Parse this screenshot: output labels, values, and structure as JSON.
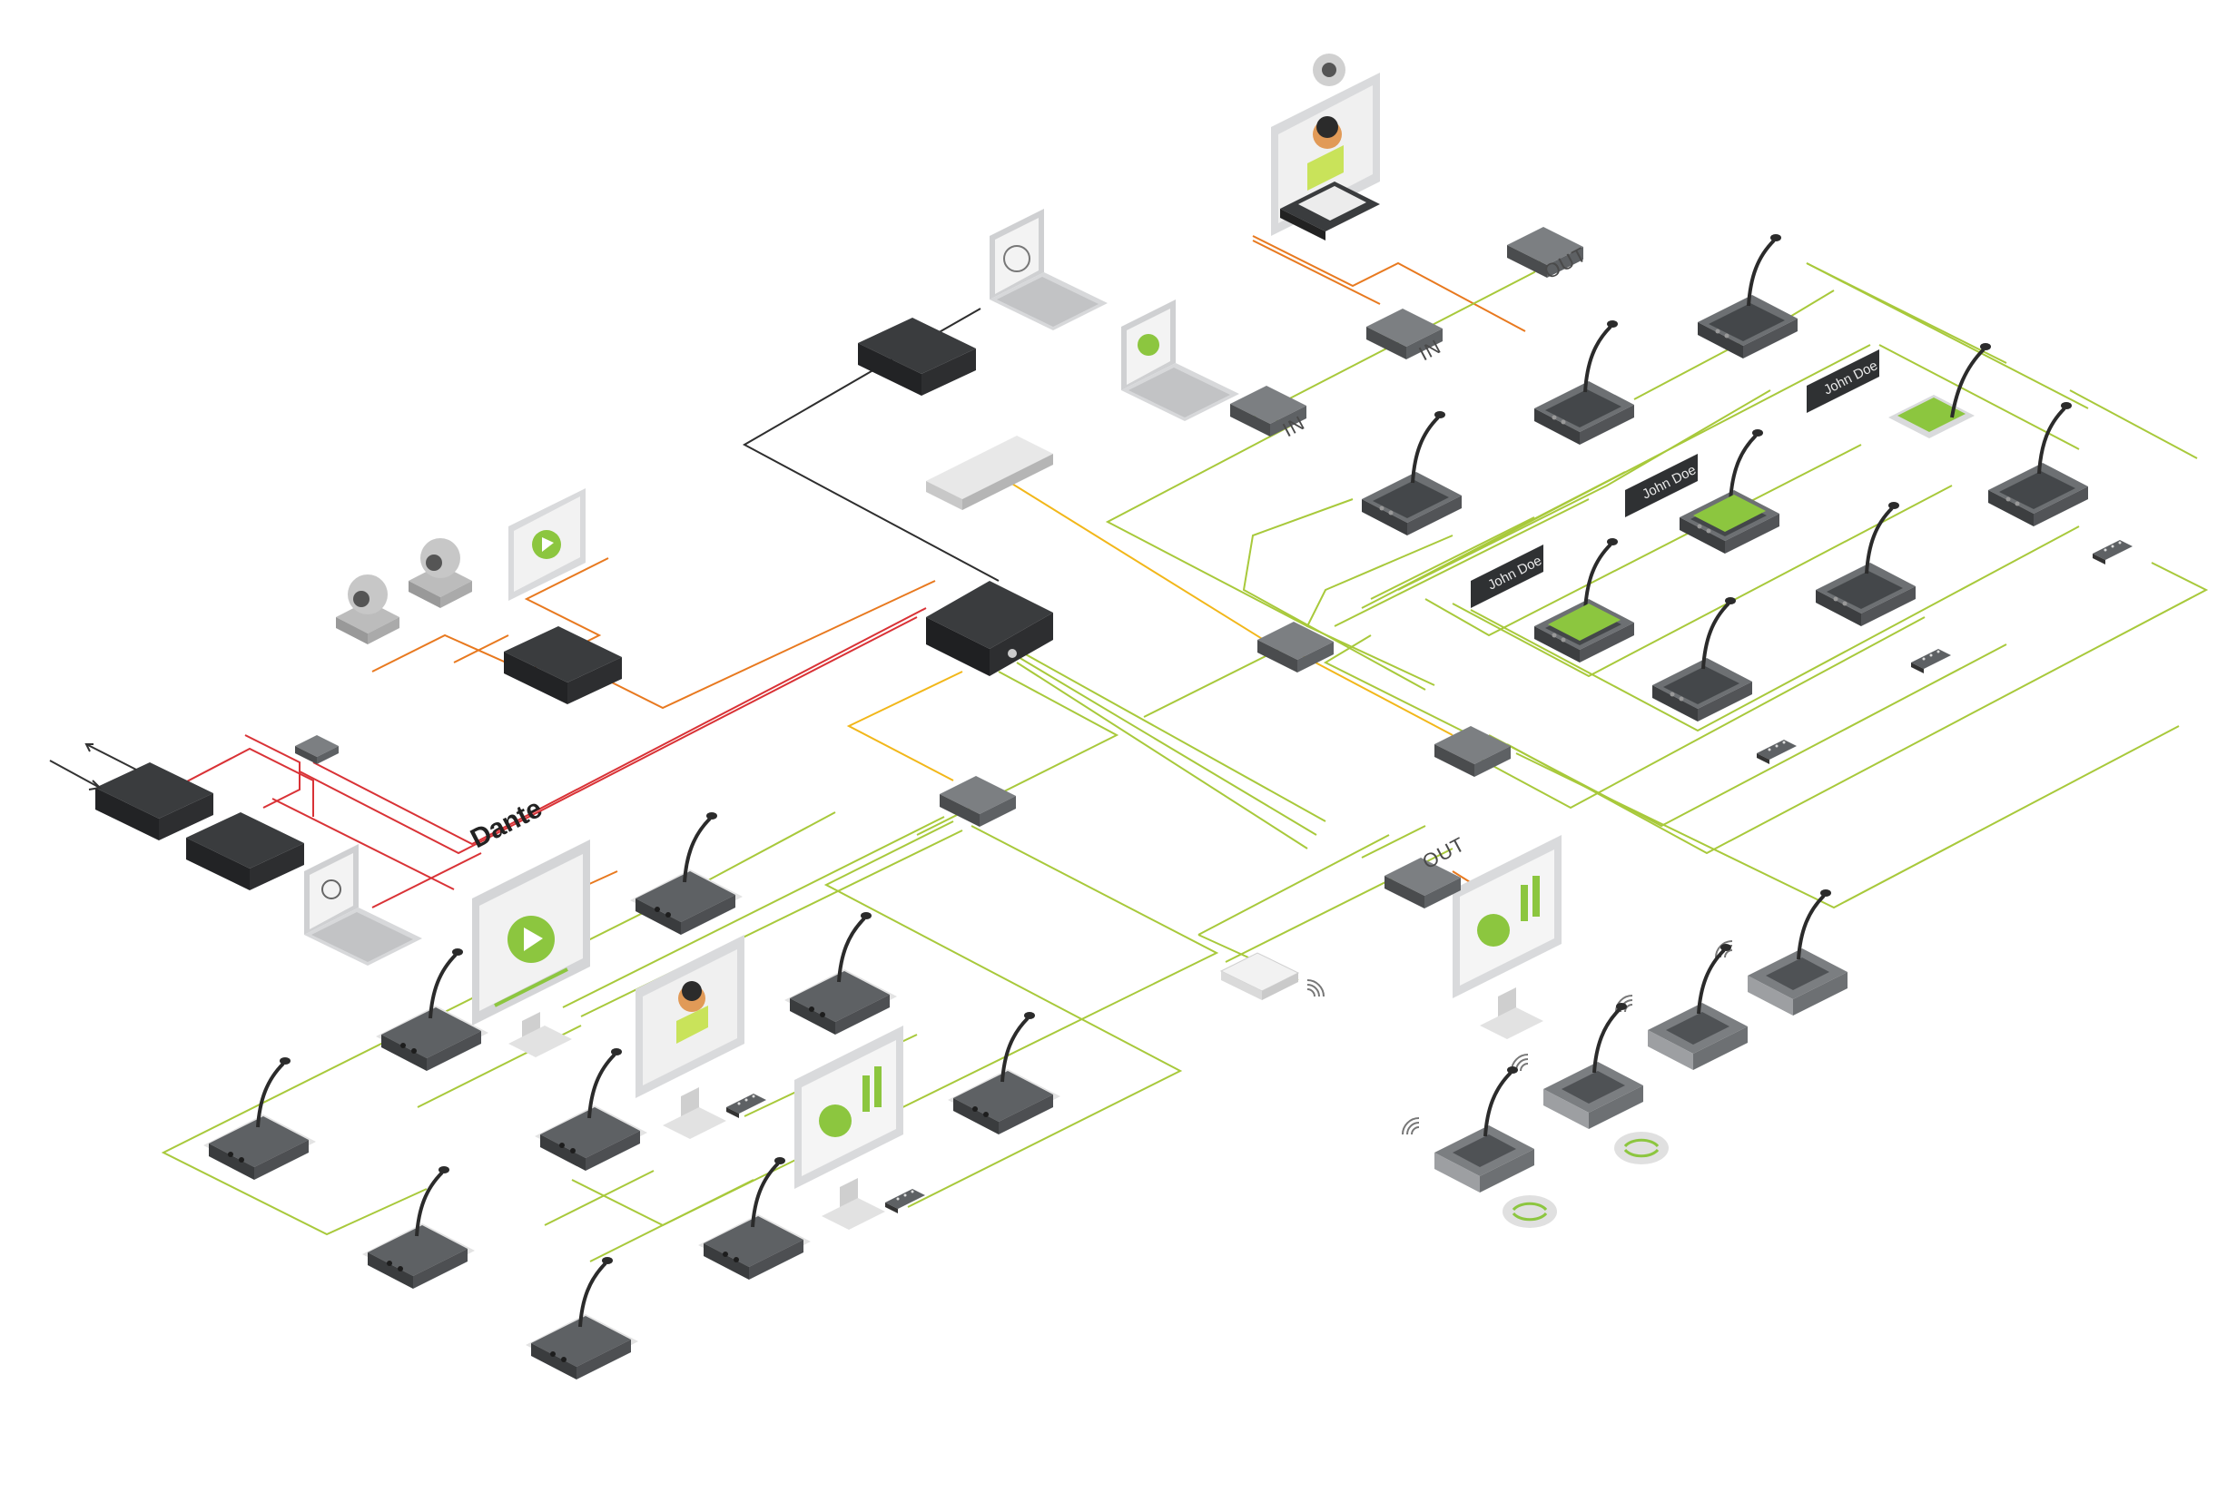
{
  "diagram": {
    "labels": {
      "out_top": "OUT",
      "in_top": "IN",
      "in_laptop": "IN",
      "out_bottom": "OUT",
      "dante": "Dante"
    },
    "nameplates": [
      {
        "name": "John Doe"
      },
      {
        "name": "John Doe"
      },
      {
        "name": "John Doe"
      }
    ],
    "colors": {
      "green": "#a8c93b",
      "orange": "#e8791f",
      "red": "#d93236",
      "yellow": "#f2b71a",
      "black": "#2e2e2e",
      "device": "#4b4d4f",
      "device_top": "#5d6063",
      "screen_green": "#8cc63f"
    }
  }
}
